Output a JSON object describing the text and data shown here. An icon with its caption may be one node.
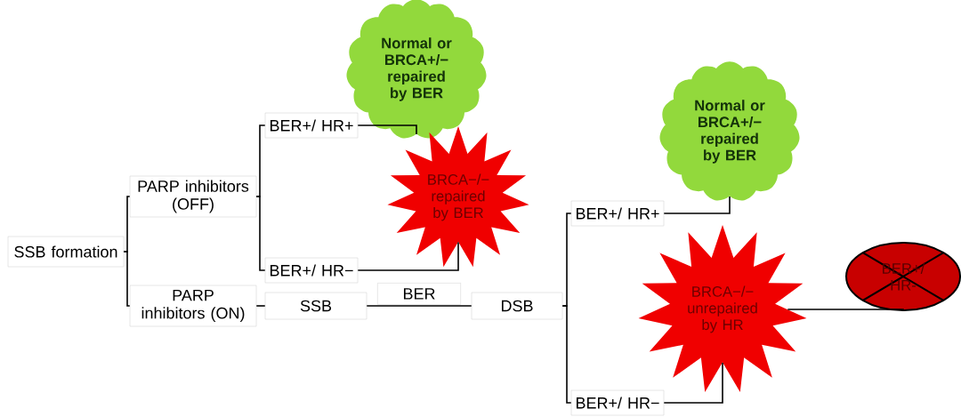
{
  "diagram": {
    "nodes": [
      {
        "text": [
          "SSB formation"
        ]
      },
      {
        "text": [
          "PARP inhibitors (OFF)"
        ]
      },
      {
        "text": [
          "PARP inhibitors (ON)"
        ]
      },
      {
        "text": [
          "BER+/ HR+"
        ]
      },
      {
        "text": [
          "Normal or BRCA+/− repaired by BER"
        ]
      },
      {
        "text": [
          "BRCA−/− repaired by BER"
        ]
      },
      {
        "text": [
          "BER+/ HR−"
        ]
      },
      {
        "text": [
          "SSB"
        ]
      },
      {
        "text": [
          "DSB"
        ]
      },
      {
        "text": [
          "BER+/ HR+"
        ]
      },
      {
        "text": [
          "Normal or BRCA+/− repaired by BER"
        ]
      },
      {
        "text": [
          "BER+/ HR−"
        ]
      },
      {
        "text": [
          "BRCA−/− unrepaired by HR"
        ]
      },
      {
        "text": [
          "BER+/ HR-"
        ]
      }
    ],
    "edges": [
      {
        "from": 0,
        "to": 1,
        "arrow": "none"
      },
      {
        "from": 0,
        "to": 2,
        "arrow": "none"
      },
      {
        "from": 1,
        "to": 3,
        "arrow": "none"
      },
      {
        "from": 1,
        "to": 6,
        "arrow": "none"
      },
      {
        "from": 3,
        "to": 4,
        "arrow": "none"
      },
      {
        "from": 6,
        "to": 5,
        "arrow": "none"
      },
      {
        "from": 2,
        "to": 7,
        "arrow": "none"
      },
      {
        "from": 7,
        "to": 8,
        "arrow": "none",
        "label": "BER"
      },
      {
        "from": 8,
        "to": 9,
        "arrow": "none"
      },
      {
        "from": 8,
        "to": 11,
        "arrow": "none"
      },
      {
        "from": 9,
        "to": 10,
        "arrow": "none"
      },
      {
        "from": 11,
        "to": 12,
        "arrow": "none"
      },
      {
        "from": 12,
        "to": 13,
        "arrow": "none"
      }
    ]
  }
}
